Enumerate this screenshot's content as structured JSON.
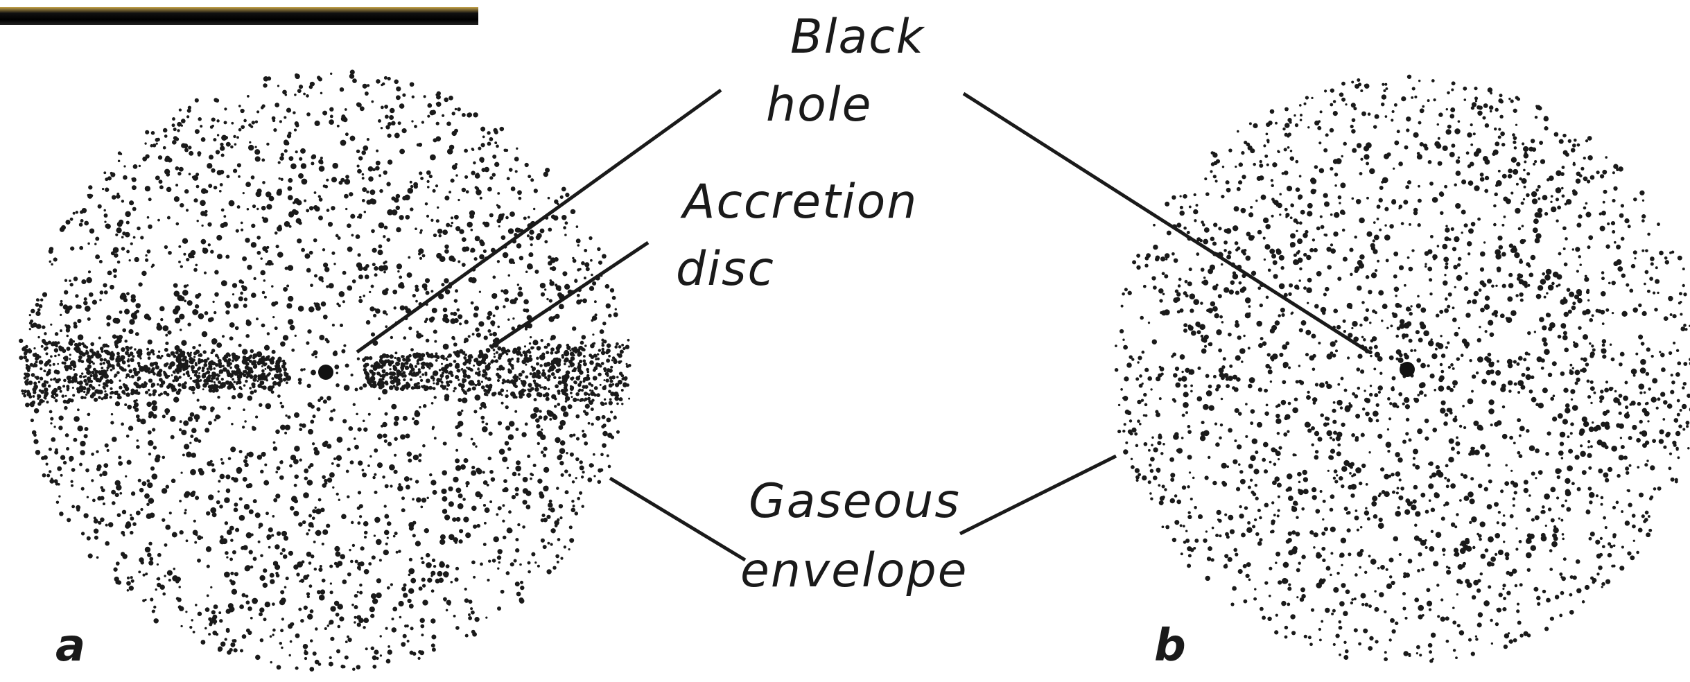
{
  "labels": {
    "black_hole_line1": "Black",
    "black_hole_line2": "hole",
    "accretion_line1": "Accretion",
    "accretion_line2": "disc",
    "gaseous_line1": "Gaseous",
    "gaseous_line2": "envelope",
    "panel_a": "a",
    "panel_b": "b"
  },
  "colors": {
    "ink": "#1a1a1a",
    "paper": "#ffffff"
  }
}
